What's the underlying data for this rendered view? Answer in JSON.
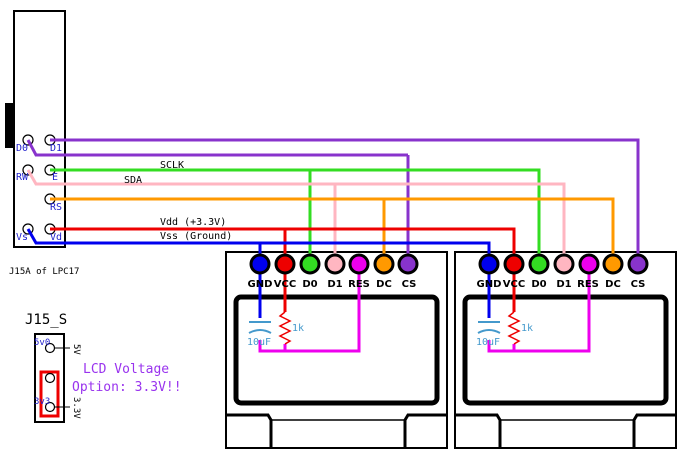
{
  "header": {
    "connector_label": "J15A of LPC17",
    "jumper_title": "J15_S"
  },
  "connector_pins": {
    "d0": "D0",
    "d1": "D1",
    "rw": "RW",
    "e": "E",
    "rs": "RS",
    "vs": "Vs",
    "vd": "Vd"
  },
  "signals": {
    "sclk": "SCLK",
    "sda": "SDA",
    "vdd": "Vdd (+3.3V)",
    "vss": "Vss (Ground)"
  },
  "lcd_pins": [
    "GND",
    "VCC",
    "D0",
    "D1",
    "RES",
    "DC",
    "CS"
  ],
  "components": {
    "resistor": "1k",
    "capacitor": "10uF"
  },
  "jumper": {
    "pin_5v": "5v0",
    "pin_3v3": "3v3",
    "side_5v": "5V",
    "side_3v3": "3.3V"
  },
  "note": {
    "line1": "LCD Voltage",
    "line2": "Option: 3.3V!!"
  },
  "colors": {
    "gnd": "#0000ee",
    "vcc": "#ee0000",
    "d0": "#33dd22",
    "d1": "#ffb6c1",
    "res": "#ee00ee",
    "dc": "#ff9900",
    "cs": "#8833cc",
    "component": "#4499cc",
    "note": "#9933ee"
  }
}
